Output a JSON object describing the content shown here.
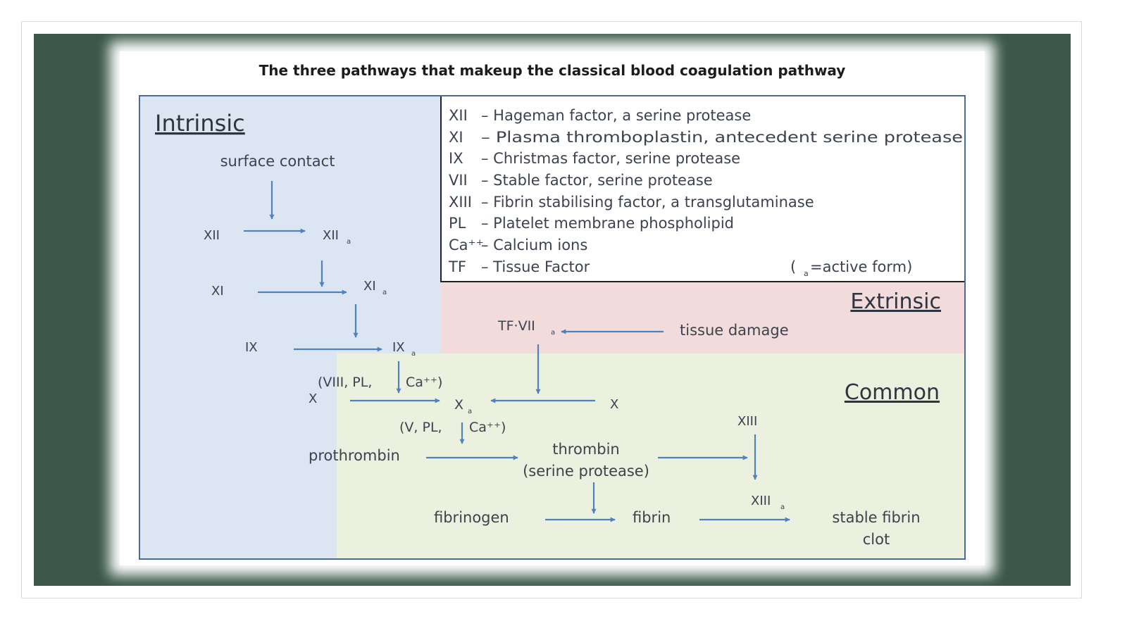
{
  "title": "The three pathways that makeup the classical blood coagulation pathway",
  "regions": {
    "intrinsic": "Intrinsic",
    "extrinsic": "Extrinsic",
    "common": "Common"
  },
  "legend": {
    "items": [
      {
        "code": "XII",
        "desc": "– Hageman factor, a serine protease"
      },
      {
        "code": "XI",
        "desc": "– Plasma thromboplastin, antecedent serine protease"
      },
      {
        "code": "IX",
        "desc": "– Christmas factor, serine protease"
      },
      {
        "code": "VII",
        "desc": "– Stable factor, serine protease"
      },
      {
        "code": "XIII",
        "desc": "– Fibrin stabilising factor, a transglutaminase"
      },
      {
        "code": "PL",
        "desc": "–  Platelet membrane phospholipid"
      },
      {
        "code": "Ca⁺⁺",
        "desc": "– Calcium ions"
      },
      {
        "code": "TF",
        "desc": "–  Tissue Factor"
      }
    ],
    "note_open": "(",
    "note_sub": "a",
    "note_rest": " =active form)"
  },
  "intrinsic": {
    "surface_contact": "surface contact",
    "xii": "XII",
    "xii_a": "XII",
    "xi": "XI",
    "xi_a": "XI",
    "ix": "IX",
    "ix_a": "IX",
    "x": "X",
    "cofactors_left": "(VIII, PL,",
    "cofactors_right": "Ca⁺⁺)"
  },
  "extrinsic": {
    "tf_vii_a": "TF·VII",
    "tissue_damage": "tissue damage",
    "x": "X"
  },
  "common": {
    "x_a": "X",
    "cofactors_left": "(V, PL,",
    "cofactors_right": "Ca⁺⁺)",
    "prothrombin": "prothrombin",
    "thrombin": "thrombin",
    "serine_protease": "(serine protease)",
    "xiii": "XIII",
    "xiii_a": "XIII",
    "fibrinogen": "fibrinogen",
    "fibrin": "fibrin",
    "stable_fibrin": "stable fibrin",
    "clot": "clot"
  },
  "active_subscript": "a",
  "colors": {
    "slide_bg": "#3a5749",
    "intrinsic": "#dce6f2",
    "extrinsic": "#f2dcdb",
    "common": "#ebf1de",
    "arrow": "#4f81bd",
    "border": "#4a6a9a"
  }
}
